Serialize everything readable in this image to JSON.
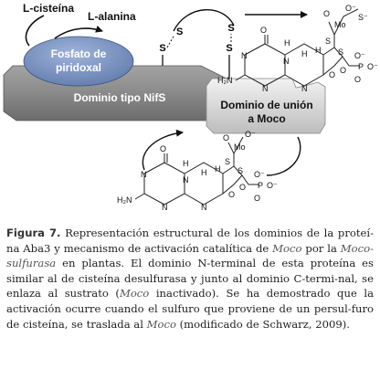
{
  "diagram": {
    "substrates": [
      "L-cisteína",
      "L-alanina"
    ],
    "cofactor": [
      "Fosfato de",
      "piridoxal"
    ],
    "n_domain_label": "Dominio tipo NifS",
    "c_domain_label": [
      "Dominio de unión",
      "a Moco"
    ],
    "linker_left": "S",
    "linker_right": "S",
    "atoms": {
      "O": "O",
      "N": "N",
      "H": "H",
      "S": "S",
      "Mo": "Mo",
      "P": "P",
      "H2N": "H₂N",
      "O_minus": "O⁻",
      "S_minus": "S⁻"
    }
  },
  "caption": {
    "label": "Figura 7.",
    "p1": " Representación estructural de los dominios de la proteí-na Aba3 y mecanismo de activación catalítica de ",
    "e1": "Moco",
    "p2": " por la ",
    "e2": "Moco-sulfurasa",
    "p3": " en plantas. El dominio N-terminal de esta proteína es similar al de cisteína desulfurasa y junto al dominio C-termi-nal, se enlaza al sustrato (",
    "e3": "Moco",
    "p4": " inactivado). Se ha demostrado que la activación ocurre cuando el sulfuro que proviene de un persul-furo de cisteína, se traslada al ",
    "e4": "Moco",
    "p5": " (modificado de Schwarz, 2009)."
  }
}
